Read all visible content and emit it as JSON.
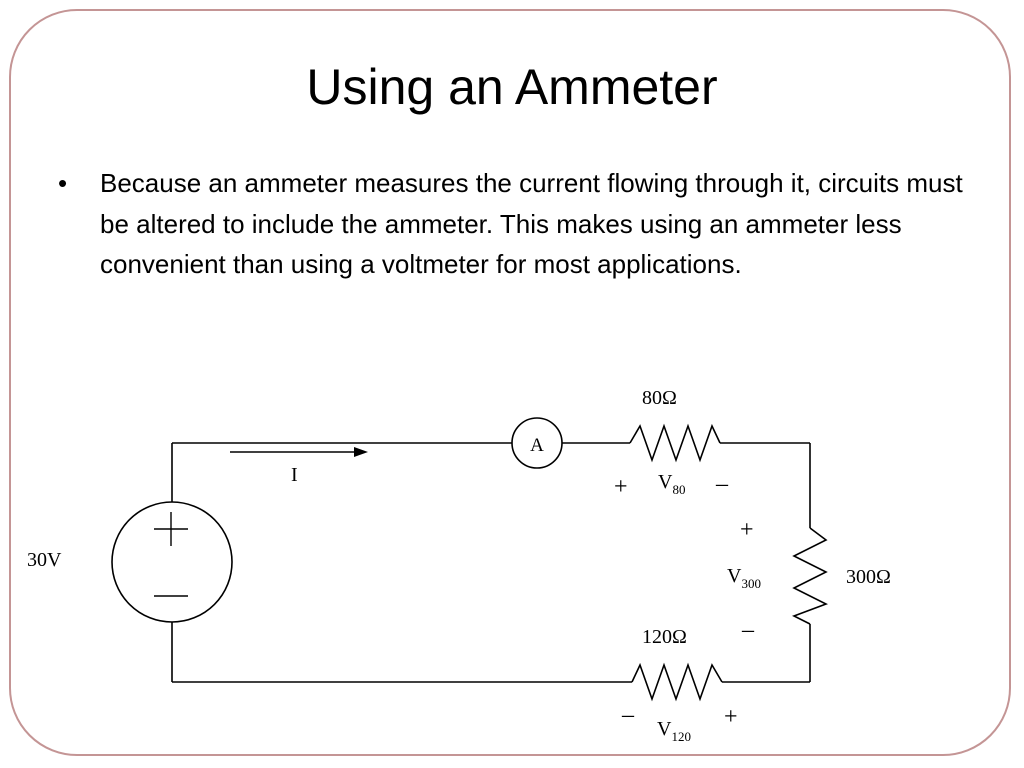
{
  "slide": {
    "title": "Using an Ammeter",
    "bullet_symbol": "•",
    "bullet_text": "Because an ammeter measures the current flowing through it, circuits must be altered to include the ammeter.  This makes using an ammeter less convenient than using a voltmeter for most applications."
  },
  "circuit": {
    "source_label": "30V",
    "source_plus": "+",
    "source_minus": "—",
    "current_label": "I",
    "ammeter_label": "A",
    "r1": {
      "label": "80Ω",
      "voltage_base": "V",
      "voltage_sub": "80",
      "plus": "+",
      "minus": "–"
    },
    "r2": {
      "label": "300Ω",
      "voltage_base": "V",
      "voltage_sub": "300",
      "plus": "+",
      "minus": "–"
    },
    "r3": {
      "label": "120Ω",
      "voltage_base": "V",
      "voltage_sub": "120",
      "plus": "+",
      "minus": "–"
    }
  },
  "colors": {
    "border": "#c49595",
    "wire": "#000000"
  }
}
